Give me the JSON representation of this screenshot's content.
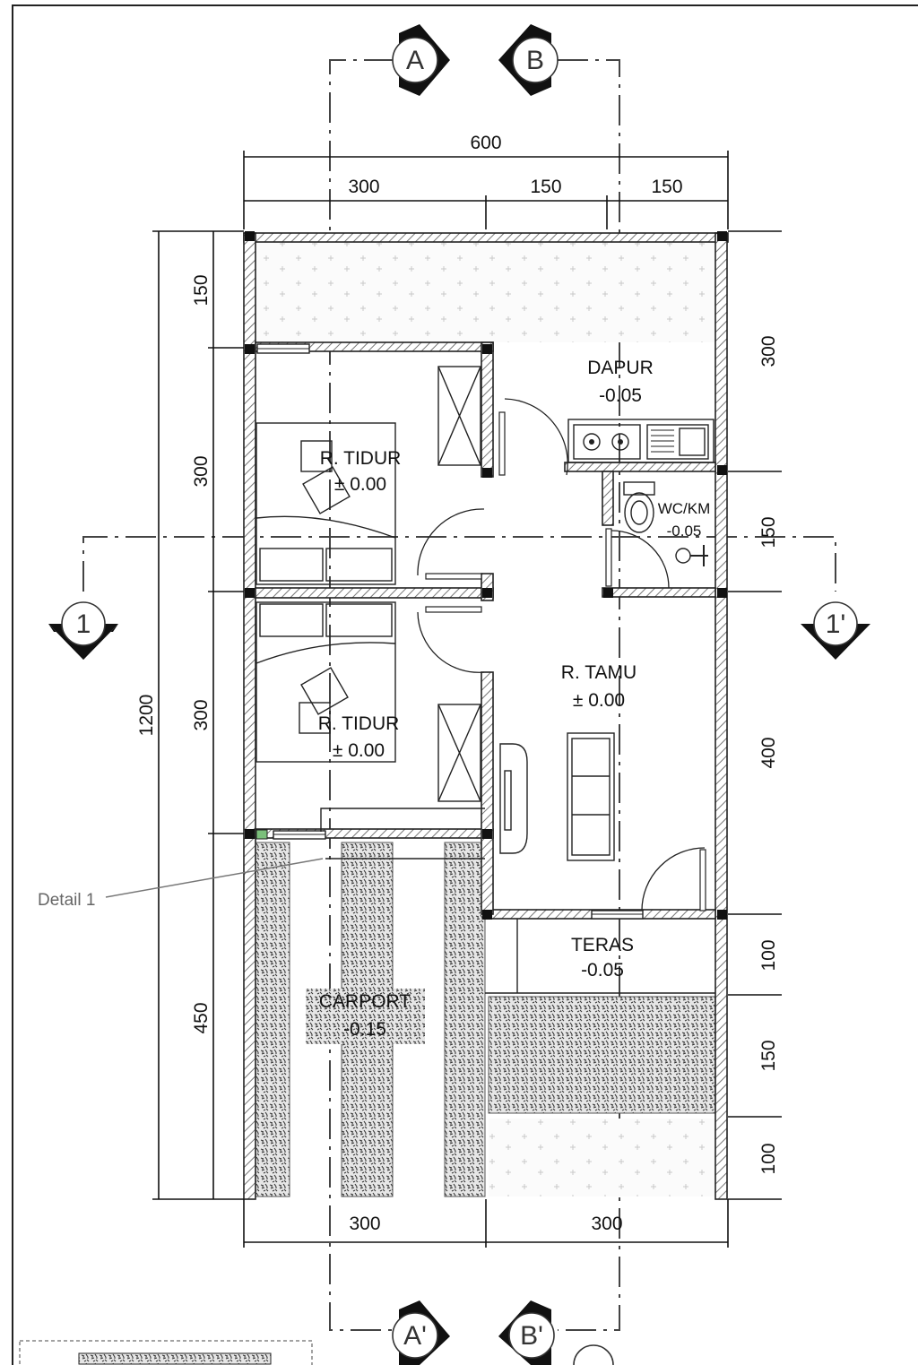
{
  "drawing": {
    "grid_labels": {
      "top_a": "A",
      "top_b": "B",
      "bottom_a": "A'",
      "bottom_b": "B'",
      "left_1": "1",
      "right_1": "1'"
    },
    "dimensions": {
      "top_total": "600",
      "top_seg_1": "300",
      "top_seg_2": "150",
      "top_seg_3": "150",
      "left_total": "1200",
      "left_seg_1": "150",
      "left_seg_2": "300",
      "left_seg_3": "300",
      "left_seg_4": "450",
      "right_seg_1": "300",
      "right_seg_2": "150",
      "right_seg_3": "400",
      "right_seg_4": "100",
      "right_seg_5": "150",
      "right_seg_6": "100",
      "bottom_seg_1": "300",
      "bottom_seg_2": "300"
    },
    "rooms": {
      "dapur": {
        "name": "DAPUR",
        "level": "-0.05"
      },
      "bedroom_1": {
        "name": "R. TIDUR",
        "level": "± 0.00"
      },
      "bedroom_2": {
        "name": "R. TIDUR",
        "level": "± 0.00"
      },
      "wc": {
        "name": "WC/KM",
        "level": "-0.05"
      },
      "living": {
        "name": "R. TAMU",
        "level": "± 0.00"
      },
      "terrace": {
        "name": "TERAS",
        "level": "-0.05"
      },
      "carport": {
        "name": "CARPORT",
        "level": "-0.15"
      }
    },
    "detail_label": "Detail 1"
  }
}
